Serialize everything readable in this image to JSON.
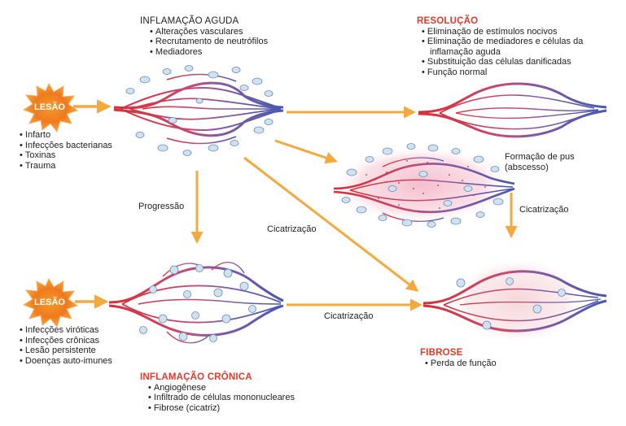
{
  "injury_top": {
    "label": "LESÃO",
    "causes": [
      "Infarto",
      "Infecções bacterianas",
      "Toxinas",
      "Trauma"
    ]
  },
  "injury_bottom": {
    "label": "LESÃO",
    "causes": [
      "Infecções viróticas",
      "Infecções crônicas",
      "Lesão persistente",
      "Doenças auto-imunes"
    ]
  },
  "acute": {
    "title": "INFLAMAÇÃO AGUDA",
    "items": [
      "Alterações vasculares",
      "Recrutamento de neutrófilos",
      "Mediadores"
    ]
  },
  "resolution": {
    "title": "RESOLUÇÃO",
    "items": [
      "Eliminação de estímulos nocivos",
      "Eliminação de mediadores e células da",
      "Substituição das células danificadas",
      "Função normal"
    ],
    "continuation": "inflamação aguda"
  },
  "abscess": {
    "lines": [
      "Formação de pus",
      "(abscesso)"
    ]
  },
  "chronic": {
    "title": "INFLAMAÇÃO CRÔNICA",
    "items": [
      "Angiogênese",
      "Infiltrado de células mononucleares",
      "Fibrose (cicatriz)"
    ]
  },
  "fibrosis": {
    "title": "FIBROSE",
    "items": [
      "Perda de função"
    ]
  },
  "arrows": {
    "progression": "Progressão",
    "healing_diagonal": "Cicatrização",
    "healing_right": "Cicatrização",
    "healing_bottom": "Cicatrização"
  },
  "colors": {
    "arrow": "#f2a93f",
    "burst": "#ef7a1e",
    "heading_red": "#e23a2a",
    "arterial": "#d83a3a",
    "venous": "#5560b0",
    "cell_fill": "#cfe2ef",
    "cell_nucleus": "#3c4f80"
  }
}
